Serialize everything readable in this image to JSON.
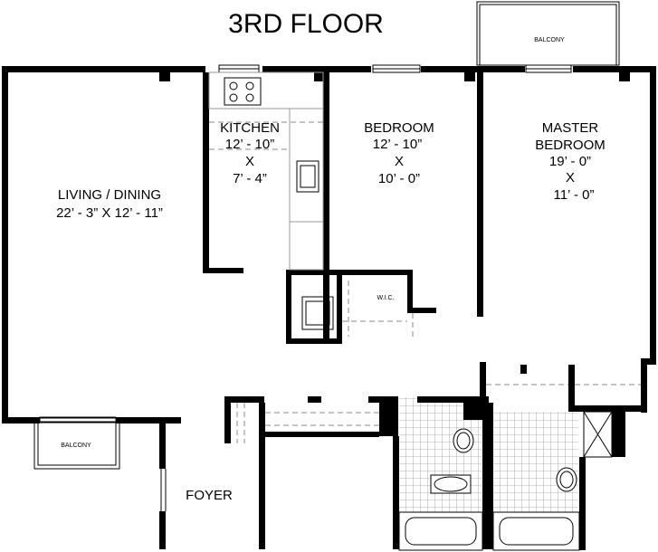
{
  "title": "3RD FLOOR",
  "rooms": {
    "living_dining": {
      "name": "LIVING / DINING",
      "dims": "22’ - 3” X 12’ - 11”"
    },
    "kitchen": {
      "name": "KITCHEN",
      "dim1": "12’ - 10”",
      "x": "X",
      "dim2": "7’ - 4”"
    },
    "bedroom": {
      "name": "BEDROOM",
      "dim1": "12’ - 10”",
      "x": "X",
      "dim2": "10’ - 0”"
    },
    "master_bedroom": {
      "name1": "MASTER",
      "name2": "BEDROOM",
      "dim1": "19’ - 0”",
      "x": "X",
      "dim2": "11’ - 0”"
    },
    "balcony_top": {
      "name": "BALCONY"
    },
    "balcony_bottom": {
      "name": "BALCONY"
    },
    "wic": {
      "name": "W.I.C."
    },
    "foyer": {
      "name": "FOYER"
    }
  }
}
